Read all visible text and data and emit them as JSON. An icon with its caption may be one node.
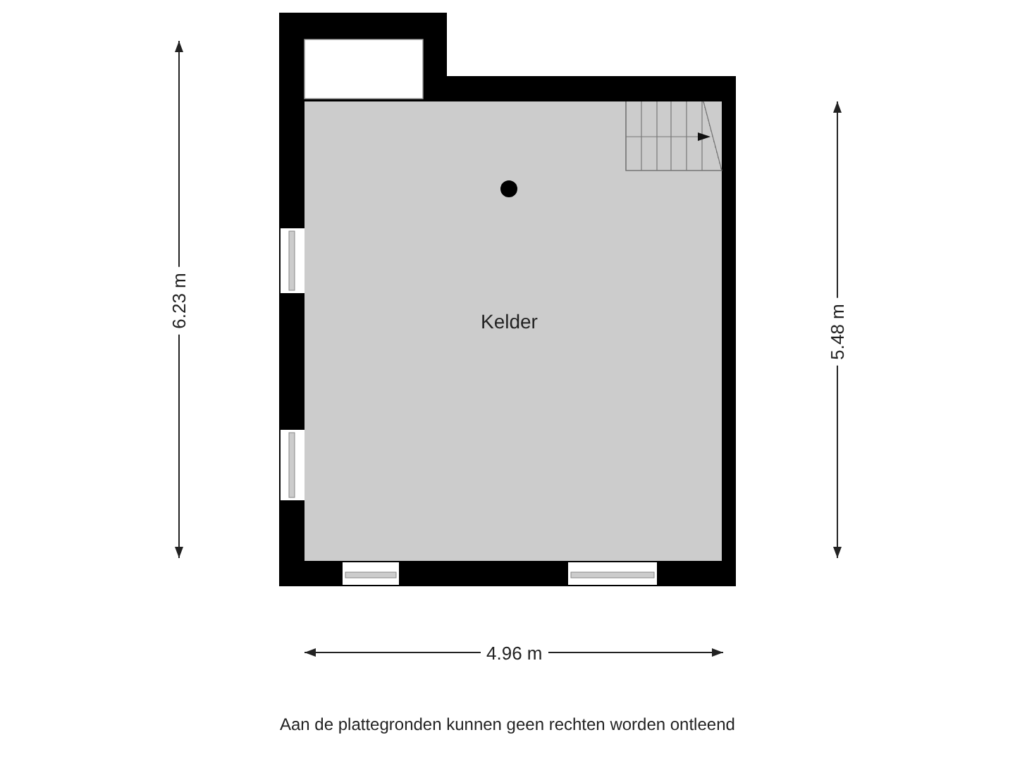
{
  "diagram": {
    "labels": [
      "6.23 m",
      "Kelder",
      "5.48 m",
      "4.96 m",
      "Aan de plattegronden kunnen geen rechten worden ontleend"
    ]
  }
}
